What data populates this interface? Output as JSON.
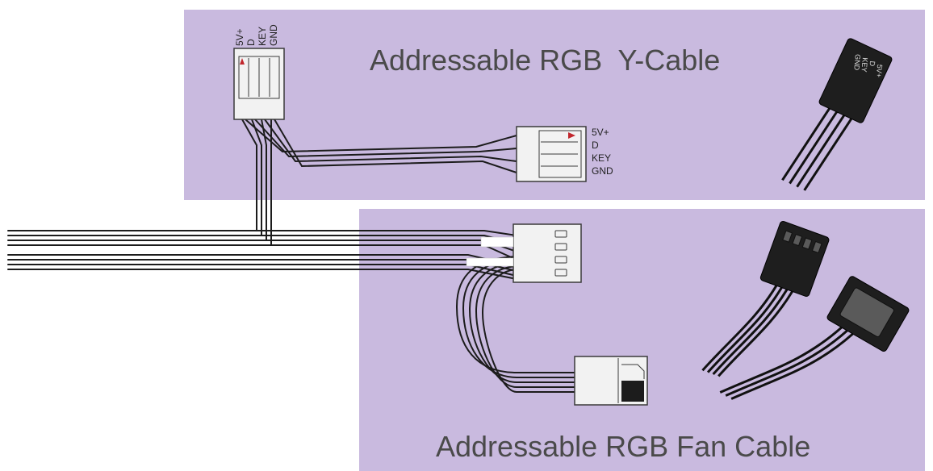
{
  "colors": {
    "panel": "#c9badf",
    "wire": "#1c1c1c",
    "connector_fill": "#f2f2f2",
    "connector_stroke": "#3a3a3a",
    "marker": "#c1272d",
    "photo_plug": "#1e1e1e"
  },
  "panels": {
    "y_cable": {
      "title": "Addressable RGB  Y-Cable"
    },
    "fan_cable": {
      "title": "Addressable RGB Fan Cable"
    }
  },
  "connectors": {
    "y_top": {
      "pins": [
        "5V+",
        "D",
        "KEY",
        "GND"
      ]
    },
    "y_right": {
      "pins": [
        "5V+",
        "D",
        "KEY",
        "GND"
      ]
    },
    "photo_plug": {
      "pins": [
        "GND",
        "KEY",
        "D",
        "5V+"
      ]
    }
  },
  "icons": [
    "pin-marker-icon",
    "cable-photo-icon"
  ]
}
